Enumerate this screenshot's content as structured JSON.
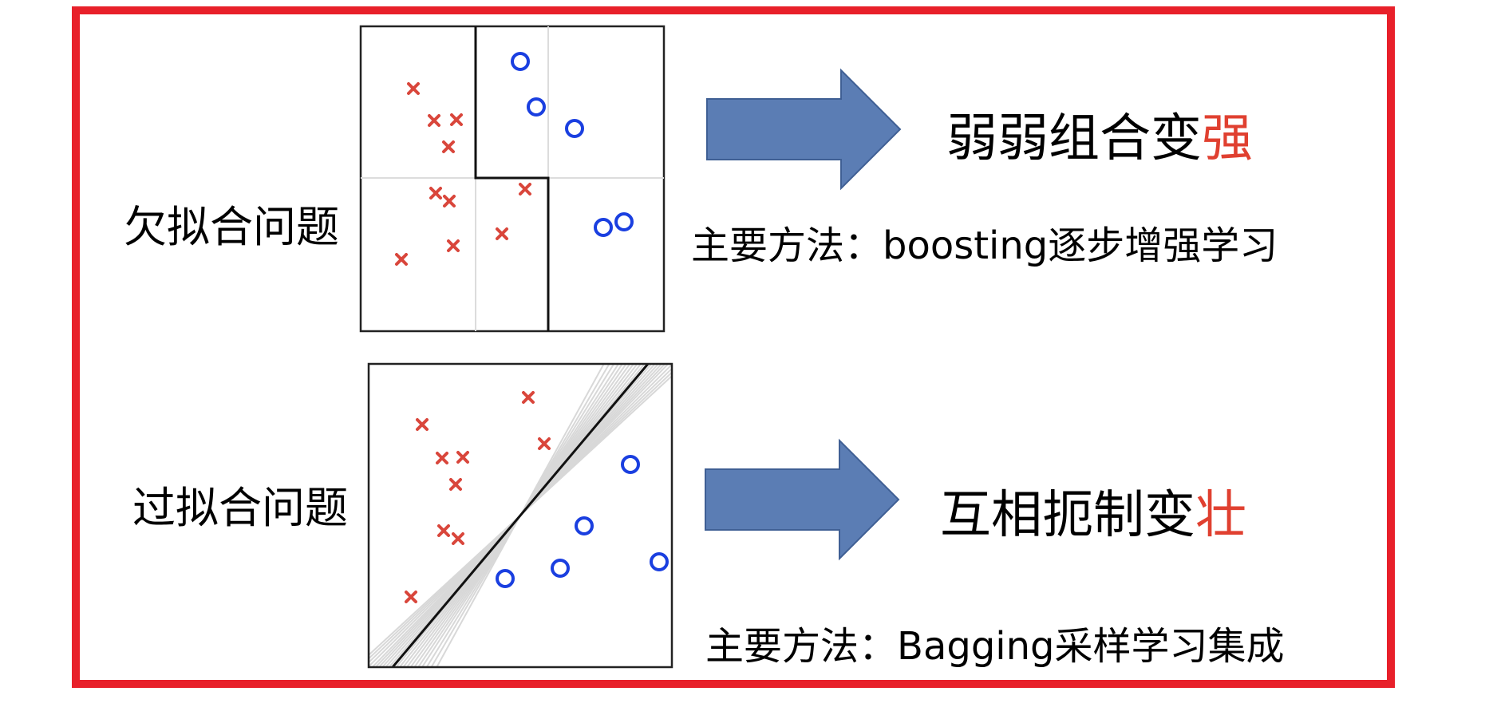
{
  "colors": {
    "frame": "#e8202a",
    "arrow": "#5b7db4",
    "cross": "#d9463b",
    "circle": "#1a3fe0",
    "highlight": "#e04030"
  },
  "underfit": {
    "problem_label": "欠拟合问题",
    "result_prefix": "弱弱组合变",
    "result_highlight": "强",
    "method_prefix": "主要方法：",
    "method_name": "boosting",
    "method_suffix": "逐步增强学习"
  },
  "overfit": {
    "problem_label": "过拟合问题",
    "result_prefix": "互相扼制变",
    "result_highlight": "壮",
    "method_prefix": "主要方法：",
    "method_name": "Bagging",
    "method_suffix": "采样学习集成"
  },
  "icons": [
    "right-arrow-icon",
    "cross-marker-icon",
    "circle-marker-icon"
  ]
}
